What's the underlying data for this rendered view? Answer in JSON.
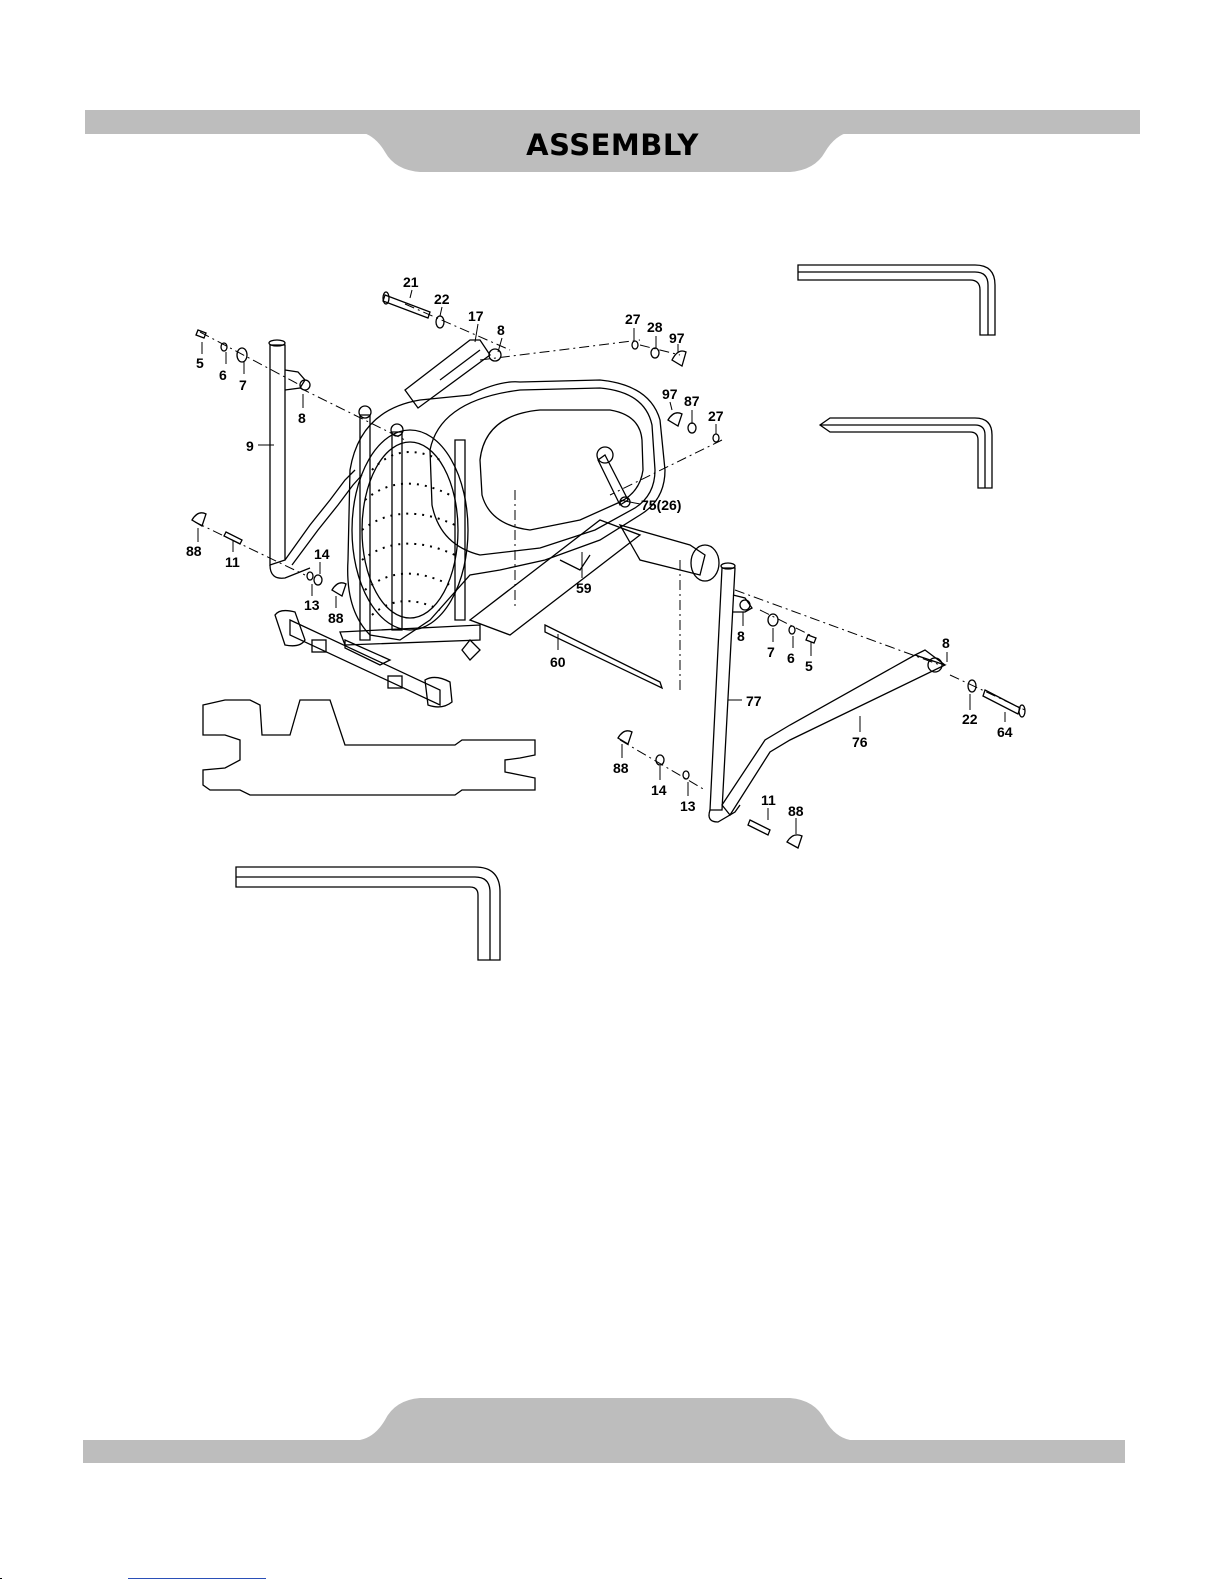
{
  "page": {
    "title": "ASSEMBLY"
  },
  "callouts": {
    "c5a": "5",
    "c6a": "6",
    "c7a": "7",
    "c8a": "8",
    "c9": "9",
    "c21": "21",
    "c22a": "22",
    "c17": "17",
    "c8b": "8",
    "c27a": "27",
    "c28": "28",
    "c97a": "97",
    "c97b": "97",
    "c87": "87",
    "c27b": "27",
    "c75": "75(26)",
    "c59": "59",
    "c60": "60",
    "c88a": "88",
    "c11a": "11",
    "c14a": "14",
    "c13a": "13",
    "c88b": "88",
    "c8c": "8",
    "c7b": "7",
    "c6b": "6",
    "c5b": "5",
    "c8d": "8",
    "c77": "77",
    "c76": "76",
    "c22b": "22",
    "c64": "64",
    "c88c": "88",
    "c14b": "14",
    "c13b": "13",
    "c11b": "11",
    "c88d": "88"
  },
  "colors": {
    "band": "#bdbdbd",
    "ink": "#000000",
    "link": "#2a4fb8"
  },
  "icons": [
    "allen-wrench-icon",
    "screwdriver-wrench-icon",
    "open-end-wrench-icon"
  ]
}
